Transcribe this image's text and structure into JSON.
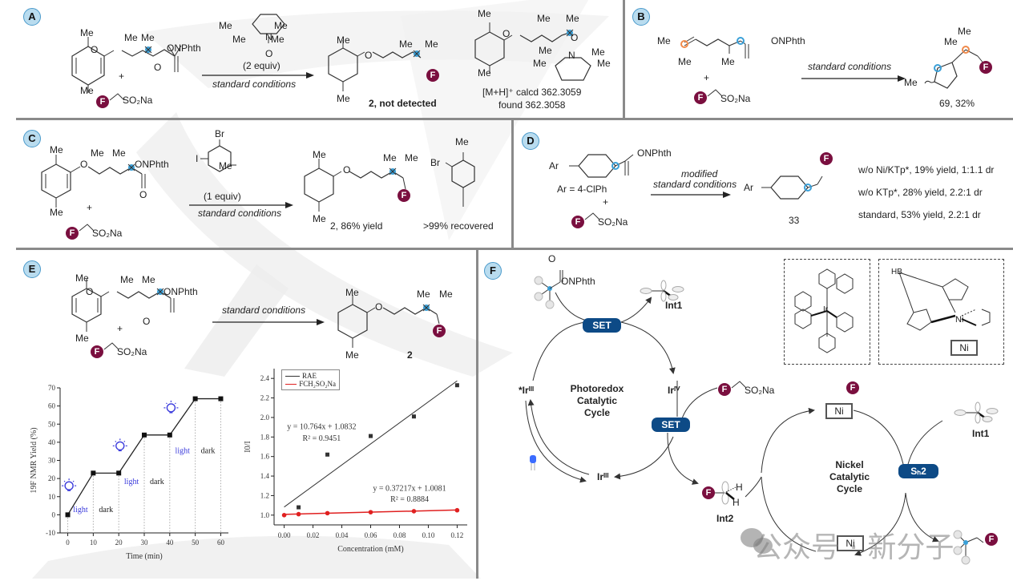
{
  "figure": {
    "panels": {
      "A": {
        "label": "A",
        "substrate_ester": "ONPhth",
        "methyl": "Me",
        "oxygen": "O",
        "plus": "+",
        "reagent": "SO₂Na",
        "f_label": "F",
        "additive_label": "(2 equiv)",
        "additive_name": "TEMPO",
        "additive_N": "N",
        "additive_O": "O",
        "conditions": "standard conditions",
        "product_label": "2, not detected",
        "adduct_hrms_calc": "[M+H]⁺ calcd 362.3059",
        "adduct_hrms_found": "found 362.3058"
      },
      "B": {
        "label": "B",
        "substrate_ester": "ONPhth",
        "methyl": "Me",
        "plus": "+",
        "reagent": "SO₂Na",
        "f_label": "F",
        "conditions": "standard conditions",
        "product_label": "69, 32%"
      },
      "C": {
        "label": "C",
        "substrate_ester": "ONPhth",
        "methyl": "Me",
        "oxygen": "O",
        "plus": "+",
        "reagent": "SO₂Na",
        "f_label": "F",
        "additive_br": "Br",
        "additive_i": "I",
        "additive_label": "(1 equiv)",
        "conditions": "standard conditions",
        "product_label": "2, 86% yield",
        "recovered_label": ">99% recovered"
      },
      "D": {
        "label": "D",
        "substrate_ester": "ONPhth",
        "aryl": "Ar",
        "aryl_def": "Ar = 4-ClPh",
        "plus": "+",
        "reagent": "SO₂Na",
        "f_label": "F",
        "conditions_line1": "modified",
        "conditions_line2": "standard conditions",
        "product_label": "33",
        "results": [
          "w/o Ni/KTp*, 19% yield, 1:1.1 dr",
          "w/o KTp*, 28% yield, 2.2:1 dr",
          "standard, 53% yield, 2.2:1 dr"
        ]
      },
      "E": {
        "label": "E",
        "substrate_ester": "ONPhth",
        "methyl": "Me",
        "oxygen": "O",
        "plus": "+",
        "reagent": "SO₂Na",
        "f_label": "F",
        "conditions": "standard conditions",
        "product_label": "2"
      },
      "F": {
        "label": "F",
        "substrate_ester": "ONPhth",
        "oxygen": "O",
        "int1": "Int1",
        "int2": "Int2",
        "set_label": "SET",
        "sh2_label": "Sₕ2",
        "ir_excited": "*Irᴵᴵᴵ",
        "ir_iv": "Irᴵⱽ",
        "ir_iii": "Irᴵᴵᴵ",
        "photoredox_cycle": [
          "Photoredox",
          "Catalytic",
          "Cycle"
        ],
        "nickel_cycle": [
          "Nickel",
          "Catalytic",
          "Cycle"
        ],
        "reagent": "SO₂Na",
        "f_label": "F",
        "ni_label": "Ni",
        "h_label": "H",
        "hb_label": "HB",
        "ir_center": "Ir"
      }
    },
    "watermark": "公众号 · 新分子",
    "colors": {
      "panel_badge": "#b9dcef",
      "fluorine_ball": "#7a0f3f",
      "set_pill": "#0d4a86",
      "radical_marker": "#3aa0d8",
      "alkene_marker": "#f08a4b",
      "light_text": "#3b3bdc",
      "red_series": "#e02020"
    }
  },
  "chart_data": [
    {
      "type": "line",
      "title": "",
      "xlabel": "Time (min)",
      "ylabel": "19F NMR Yield (%)",
      "xlim": [
        -3,
        63
      ],
      "ylim": [
        -10,
        70
      ],
      "xticks": [
        0,
        10,
        20,
        30,
        40,
        50,
        60
      ],
      "yticks": [
        -10,
        0,
        10,
        20,
        30,
        40,
        50,
        60,
        70
      ],
      "grid": false,
      "series": [
        {
          "name": "yield",
          "x": [
            0,
            10,
            20,
            30,
            40,
            50,
            60
          ],
          "y": [
            0,
            23,
            23,
            44,
            44,
            64,
            64
          ]
        }
      ],
      "annotations": [
        {
          "text": "light",
          "x": 5,
          "y": 1.5,
          "color": "#3b3bdc"
        },
        {
          "text": "dark",
          "x": 15,
          "y": 1.5,
          "color": "#222"
        },
        {
          "text": "light",
          "x": 25,
          "y": 17,
          "color": "#3b3bdc"
        },
        {
          "text": "dark",
          "x": 35,
          "y": 17,
          "color": "#222"
        },
        {
          "text": "light",
          "x": 45,
          "y": 34,
          "color": "#3b3bdc"
        },
        {
          "text": "dark",
          "x": 55,
          "y": 34,
          "color": "#222"
        }
      ],
      "bulb_positions": [
        {
          "x": 0.5,
          "y": 16
        },
        {
          "x": 20.5,
          "y": 38
        },
        {
          "x": 40.5,
          "y": 59
        }
      ]
    },
    {
      "type": "scatter",
      "title": "",
      "xlabel": "Concentration (mM)",
      "ylabel": "I0/I",
      "xlim": [
        -0.007,
        0.127
      ],
      "ylim": [
        0.9,
        2.5
      ],
      "xticks": [
        "0.00",
        "0.02",
        "0.04",
        "0.06",
        "0.08",
        "0.10",
        "0.12"
      ],
      "yticks": [
        "1.0",
        "1.2",
        "1.4",
        "1.6",
        "1.8",
        "2.0",
        "2.2",
        "2.4"
      ],
      "grid": false,
      "legend_position": "top-left",
      "series": [
        {
          "name": "RAE",
          "color": "#333333",
          "marker": "square",
          "x": [
            0.01,
            0.03,
            0.06,
            0.09,
            0.12
          ],
          "y": [
            1.08,
            1.62,
            1.81,
            2.01,
            2.33
          ],
          "fit": {
            "slope": 10.764,
            "intercept": 1.0832,
            "equation": "y = 10.764x + 1.0832",
            "r2": "R² = 0.9451"
          }
        },
        {
          "name": "FCH₂SO₂Na",
          "color": "#e02020",
          "marker": "circle",
          "x": [
            0.0,
            0.01,
            0.03,
            0.06,
            0.09,
            0.12
          ],
          "y": [
            1.0,
            1.01,
            1.02,
            1.03,
            1.04,
            1.05
          ],
          "fit": {
            "slope": 0.37217,
            "intercept": 1.0081,
            "equation": "y = 0.37217x + 1.0081",
            "r2": "R² = 0.8884"
          }
        }
      ]
    }
  ]
}
